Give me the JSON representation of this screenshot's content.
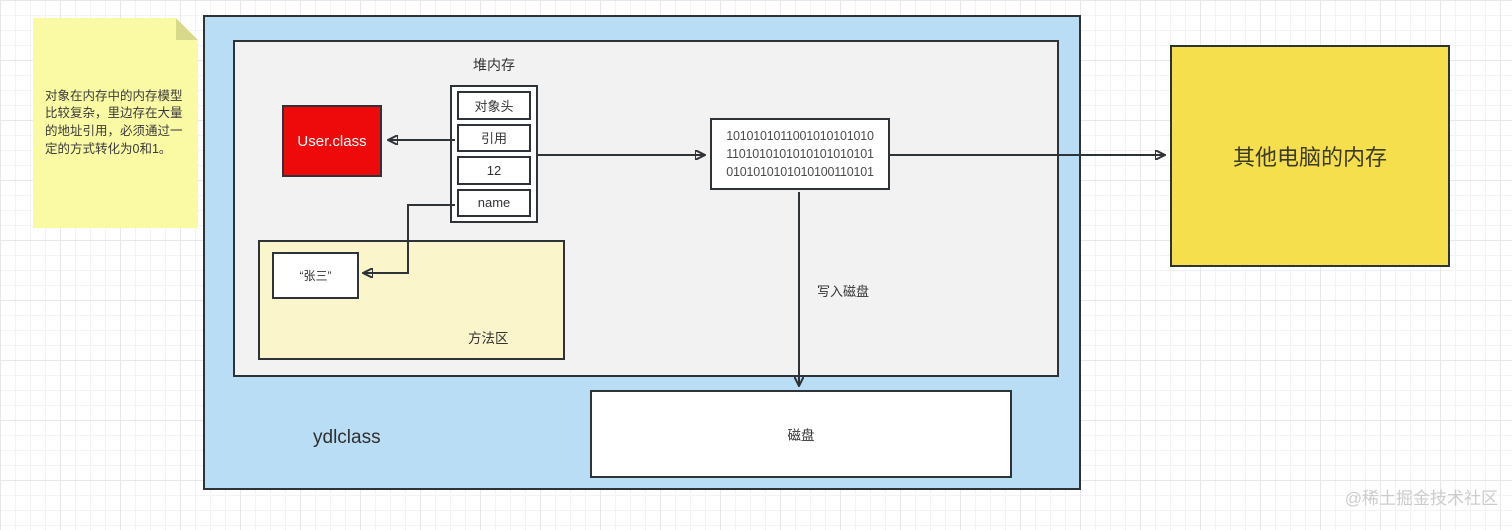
{
  "colors": {
    "container_fill": "#b9ddf4",
    "region_fill": "#f2f2f2",
    "note_fill": "#fafaa5",
    "note_fold": "#d9d98c",
    "method_area_fill": "#fbf5cb",
    "remote_fill": "#f6df4d",
    "class_fill": "#ee0a0a",
    "stroke": "#2e3338"
  },
  "sticky_note": {
    "text": "对象在内存中的内存模型比较复杂，里边存在大量的地址引用，必须通过一定的方式转化为0和1。"
  },
  "diagram": {
    "container_label": "ydlclass",
    "heap": {
      "label": "堆内存",
      "object_cells": [
        "对象头",
        "引用",
        "12",
        "name"
      ],
      "class_box_label": "User.class",
      "method_area": {
        "label": "方法区",
        "string_value": "“张三”"
      }
    },
    "binary_box": {
      "lines": [
        "1010101011001010101010",
        "1101010101010101010101",
        "0101010101010100110101"
      ]
    },
    "write_to_disk_label": "写入磁盘",
    "disk_label": "磁盘",
    "remote_memory_label": "其他电脑的内存"
  },
  "watermark": "@稀土掘金技术社区"
}
